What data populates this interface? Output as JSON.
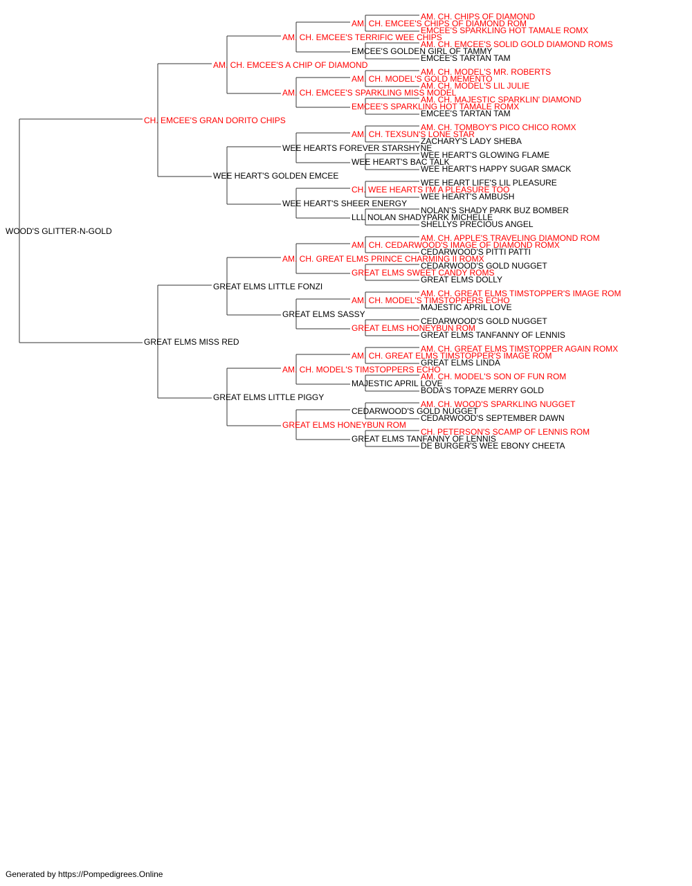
{
  "colors": {
    "champion": "#ff0000",
    "normal": "#000000",
    "line": "#333333"
  },
  "pedigree": {
    "generations": [
      [
        {
          "name": "WOOD'S GLITTER-N-GOLD",
          "champion": false
        }
      ],
      [
        {
          "name": "CH. EMCEE'S GRAN DORITO CHIPS",
          "champion": true
        },
        {
          "name": "GREAT ELMS MISS RED",
          "champion": false
        }
      ],
      [
        {
          "name": "AM. CH. EMCEE'S A CHIP OF DIAMOND",
          "champion": true
        },
        {
          "name": "WEE HEART'S GOLDEN EMCEE",
          "champion": false
        },
        {
          "name": "GREAT ELMS LITTLE FONZI",
          "champion": false
        },
        {
          "name": "GREAT ELMS LITTLE PIGGY",
          "champion": false
        }
      ],
      [
        {
          "name": "AM. CH. EMCEE'S TERRIFIC WEE CHIPS",
          "champion": true
        },
        {
          "name": "AM. CH. EMCEE'S SPARKLING MISS MODEL",
          "champion": true
        },
        {
          "name": "WEE HEARTS FOREVER STARSHYNE",
          "champion": false
        },
        {
          "name": "WEE HEART'S SHEER ENERGY",
          "champion": false
        },
        {
          "name": "AM. CH. GREAT ELMS PRINCE CHARMING II ROMX",
          "champion": true
        },
        {
          "name": "GREAT ELMS SASSY",
          "champion": false
        },
        {
          "name": "AM. CH. MODEL'S TIMSTOPPERS ECHO",
          "champion": true
        },
        {
          "name": "GREAT ELMS HONEYBUN ROM",
          "champion": true
        }
      ],
      [
        {
          "name": "AM. CH. EMCEE'S CHIPS OF DIAMOND ROM",
          "champion": true
        },
        {
          "name": "EMCEE'S GOLDEN GIRL OF TAMMY",
          "champion": false
        },
        {
          "name": "AM. CH. MODEL'S GOLD MEMENTO",
          "champion": true
        },
        {
          "name": "EMCEE'S SPARKLING HOT TAMALE ROMX",
          "champion": true
        },
        {
          "name": "AM. CH. TEXSUN'S LONE STAR",
          "champion": true
        },
        {
          "name": "WEE HEART'S BAC TALK",
          "champion": false
        },
        {
          "name": "CH. WEE HEARTS I'M A PLEASURE TOO",
          "champion": true
        },
        {
          "name": "LLL NOLAN SHADYPARK MICHELLE",
          "champion": false
        },
        {
          "name": "AM. CH. CEDARWOOD'S IMAGE OF DIAMOND ROMX",
          "champion": true
        },
        {
          "name": "GREAT ELMS SWEET CANDY ROMS",
          "champion": true
        },
        {
          "name": "AM. CH. MODEL'S TIMSTOPPERS ECHO",
          "champion": true
        },
        {
          "name": "GREAT ELMS HONEYBUN ROM",
          "champion": true
        },
        {
          "name": "AM. CH. GREAT ELMS TIMSTOPPER'S IMAGE ROM",
          "champion": true
        },
        {
          "name": "MAJESTIC APRIL LOVE",
          "champion": false
        },
        {
          "name": "CEDARWOOD'S GOLD NUGGET",
          "champion": false
        },
        {
          "name": "GREAT ELMS TANFANNY OF LENNIS",
          "champion": false
        }
      ],
      [
        {
          "name": "AM. CH. CHIPS OF DIAMOND",
          "champion": true
        },
        {
          "name": "EMCEE'S SPARKLING HOT TAMALE ROMX",
          "champion": true
        },
        {
          "name": "AM. CH. EMCEE'S SOLID GOLD DIAMOND ROMS",
          "champion": true
        },
        {
          "name": "EMCEE'S TARTAN TAM",
          "champion": false
        },
        {
          "name": "AM. CH. MODEL'S MR. ROBERTS",
          "champion": true
        },
        {
          "name": "AM. CH. MODEL'S LIL JULIE",
          "champion": true
        },
        {
          "name": "AM. CH. MAJESTIC SPARKLIN' DIAMOND",
          "champion": true
        },
        {
          "name": "EMCEE'S TARTAN TAM",
          "champion": false
        },
        {
          "name": "AM. CH. TOMBOY'S PICO CHICO ROMX",
          "champion": true
        },
        {
          "name": "ZACHARY'S LADY SHEBA",
          "champion": false
        },
        {
          "name": "WEE HEART'S GLOWING FLAME",
          "champion": false
        },
        {
          "name": "WEE HEART'S HAPPY SUGAR SMACK",
          "champion": false
        },
        {
          "name": "WEE HEART LIFE'S LIL PLEASURE",
          "champion": false
        },
        {
          "name": "WEE HEART'S AMBUSH",
          "champion": false
        },
        {
          "name": "NOLAN'S SHADY PARK BUZ BOMBER",
          "champion": false
        },
        {
          "name": "SHELLYS PRECIOUS ANGEL",
          "champion": false
        },
        {
          "name": "AM. CH. APPLE'S TRAVELING DIAMOND ROM",
          "champion": true
        },
        {
          "name": "CEDARWOOD'S PITTI PATTI",
          "champion": false
        },
        {
          "name": "CEDARWOOD'S GOLD NUGGET",
          "champion": false
        },
        {
          "name": "GREAT ELMS DOLLY",
          "champion": false
        },
        {
          "name": "AM. CH. GREAT ELMS TIMSTOPPER'S IMAGE ROM",
          "champion": true
        },
        {
          "name": "MAJESTIC APRIL LOVE",
          "champion": false
        },
        {
          "name": "CEDARWOOD'S GOLD NUGGET",
          "champion": false
        },
        {
          "name": "GREAT ELMS TANFANNY OF LENNIS",
          "champion": false
        },
        {
          "name": "AM. CH. GREAT ELMS TIMSTOPPER AGAIN ROMX",
          "champion": true
        },
        {
          "name": "GREAT ELMS LINDA",
          "champion": false
        },
        {
          "name": "AM. CH. MODEL'S SON OF FUN ROM",
          "champion": true
        },
        {
          "name": "BODA'S TOPAZE MERRY GOLD",
          "champion": false
        },
        {
          "name": "AM. CH. WOOD'S SPARKLING NUGGET",
          "champion": true
        },
        {
          "name": "CEDARWOOD'S SEPTEMBER DAWN",
          "champion": false
        },
        {
          "name": "CH. PETERSON'S SCAMP OF LENNIS ROM",
          "champion": true
        },
        {
          "name": "DE BURGER'S WEE EBONY CHEETA",
          "champion": false
        }
      ]
    ]
  },
  "footer": {
    "text": "Generated by https://Pompedigrees.Online"
  }
}
